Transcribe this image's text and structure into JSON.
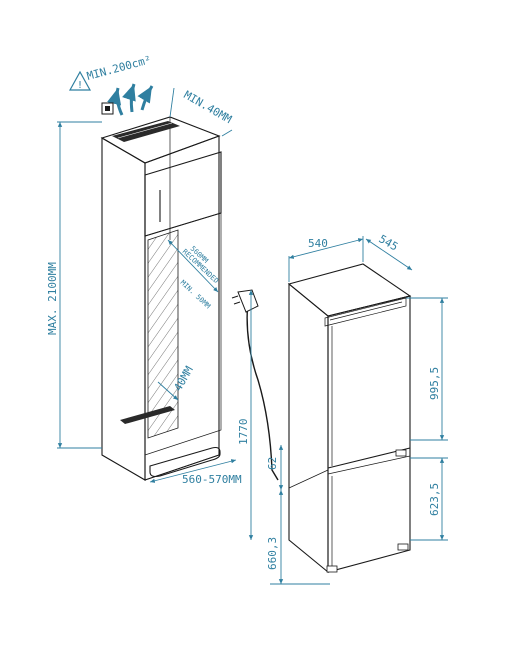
{
  "labels": {
    "min_200cm2": "MIN.200cm²",
    "min_40mm_top": "MIN.40MM",
    "max_2100mm": "MAX. 2100MM",
    "recommended_560mm": "560MM",
    "recommended_note": "RECOMMENDED",
    "min_50mm": "MIN. 50MM",
    "min_40mm_bottom": "40MM",
    "niche_width": "560-570MM",
    "width_540": "540",
    "depth_545": "545",
    "total_height_1770": "1770",
    "upper_995_5": "995,5",
    "gap_62": "62",
    "lower_623_5": "623,5",
    "lower_660_3": "660,3"
  },
  "colors": {
    "dimension": "#2f7fa0",
    "outline": "#1a1a1a"
  },
  "icons": {
    "warning": "warning-triangle-icon",
    "airflow": "airflow-arrows-icon",
    "plug": "power-plug-icon"
  }
}
